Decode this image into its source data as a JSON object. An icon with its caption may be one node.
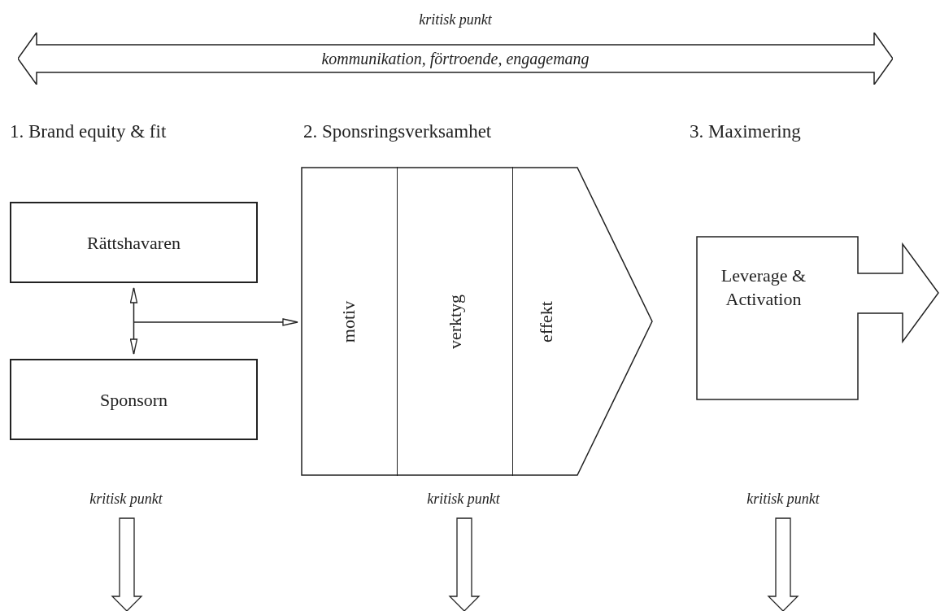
{
  "diagram": {
    "nodes": [
      {
        "text": [
          "kommunikation, förtroende, engagemang"
        ],
        "beside": [
          "kritisk punkt"
        ]
      },
      {
        "text": [
          "Rättshavaren"
        ]
      },
      {
        "text": [
          "Sponsorn"
        ]
      },
      {
        "text": [],
        "shape": "pentagon"
      },
      {
        "text": [
          "motiv"
        ],
        "in": 3
      },
      {
        "text": [
          "verktyg"
        ],
        "in": 3
      },
      {
        "text": [
          "effekt"
        ],
        "in": 3
      },
      {
        "text": [
          "Leverage & Activation"
        ]
      }
    ],
    "edges": [
      {
        "from": 1,
        "to": 2,
        "arrow": "both"
      },
      {
        "from": null,
        "to": 3,
        "arrow": "to"
      }
    ],
    "labels": [
      "1. Brand equity & fit",
      "2. Sponsringsverksamhet",
      "3. Maximering",
      "kritisk punkt",
      "kritisk punkt",
      "kritisk punkt"
    ]
  }
}
